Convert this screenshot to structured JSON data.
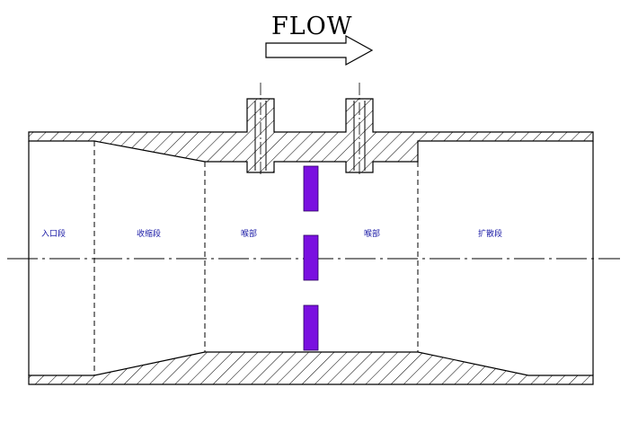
{
  "diagram": {
    "flow_label": "FLOW",
    "sections": {
      "inlet": "入口段",
      "converging": "收缩段",
      "throat_1": "喉部",
      "throat_2": "喉部",
      "diffuser": "扩散段"
    },
    "colors": {
      "line": "#000000",
      "label": "#1a1aa6",
      "vane": "#7a10e0"
    }
  }
}
